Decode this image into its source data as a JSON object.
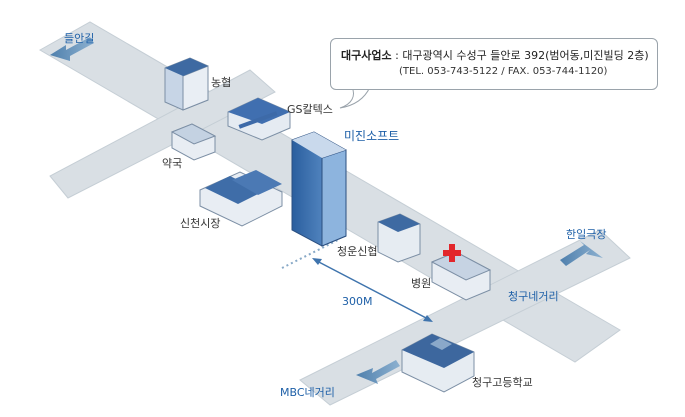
{
  "roads": {
    "top_left": "들안길",
    "right": "한일극장",
    "bottom_left": "MBC네거리",
    "intersection": "청구네거리"
  },
  "places": {
    "nonghyup": "농협",
    "gs_caltex": "GS칼텍스",
    "pharmacy": "약국",
    "sincheon_market": "신천시장",
    "mijin_soft": "미진소프트",
    "cheongun_shinhyup": "청운신협",
    "hospital": "병원",
    "cheonggu_high": "청구고등학교"
  },
  "distance_label": "300M",
  "callout": {
    "title": "대구사업소",
    "separator": " : ",
    "address": "대구광역시 수성구 들안로 392(범어동,미진빌딩 2층)",
    "contact": "(TEL. 053-743-5122 / FAX. 053-744-1120)"
  },
  "colors": {
    "road": "#d6dde2",
    "road_edge": "#c3ccd3",
    "arrow": "#5f8fba",
    "label_blue": "#1d5fa7",
    "building_blue": "#3f6fae"
  }
}
